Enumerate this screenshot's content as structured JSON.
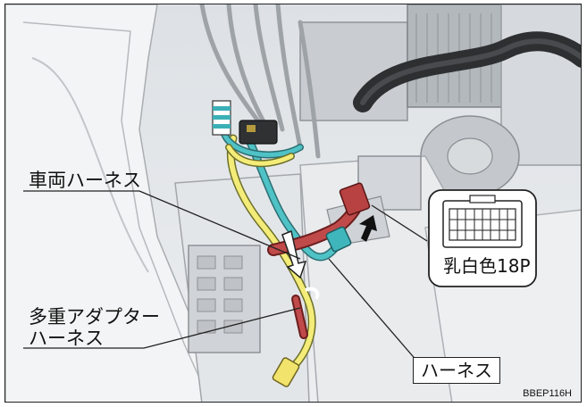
{
  "labels": {
    "vehicle_harness": "車両ハーネス",
    "multi_adapter_line1": "多重アダプター",
    "multi_adapter_line2": "ハーネス",
    "harness": "ハーネス",
    "connector": "乳白色18P",
    "figure_code": "BBEP116H"
  }
}
